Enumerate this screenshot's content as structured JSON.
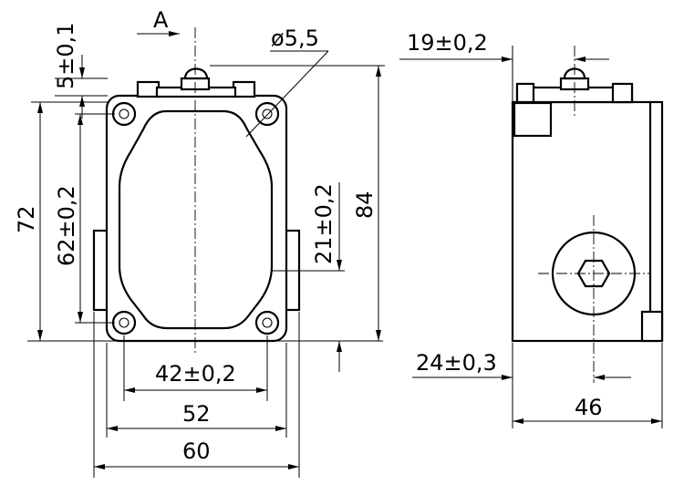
{
  "view_label": "A",
  "front_view": {
    "dim_top_offset": "5±0,1",
    "dim_hole_diameter": "ø5,5",
    "dim_height_72": "72",
    "dim_hole_spacing_vertical": "62±0,2",
    "dim_mid_offset": "21±0,2",
    "dim_total_height": "84",
    "dim_hole_spacing_horizontal": "42±0,2",
    "dim_width_52": "52",
    "dim_width_60": "60"
  },
  "side_view": {
    "dim_plunger_offset": "19±0,2",
    "dim_center_offset": "24±0,3",
    "dim_depth": "46"
  },
  "colors": {
    "line": "#000000",
    "background": "#ffffff"
  }
}
